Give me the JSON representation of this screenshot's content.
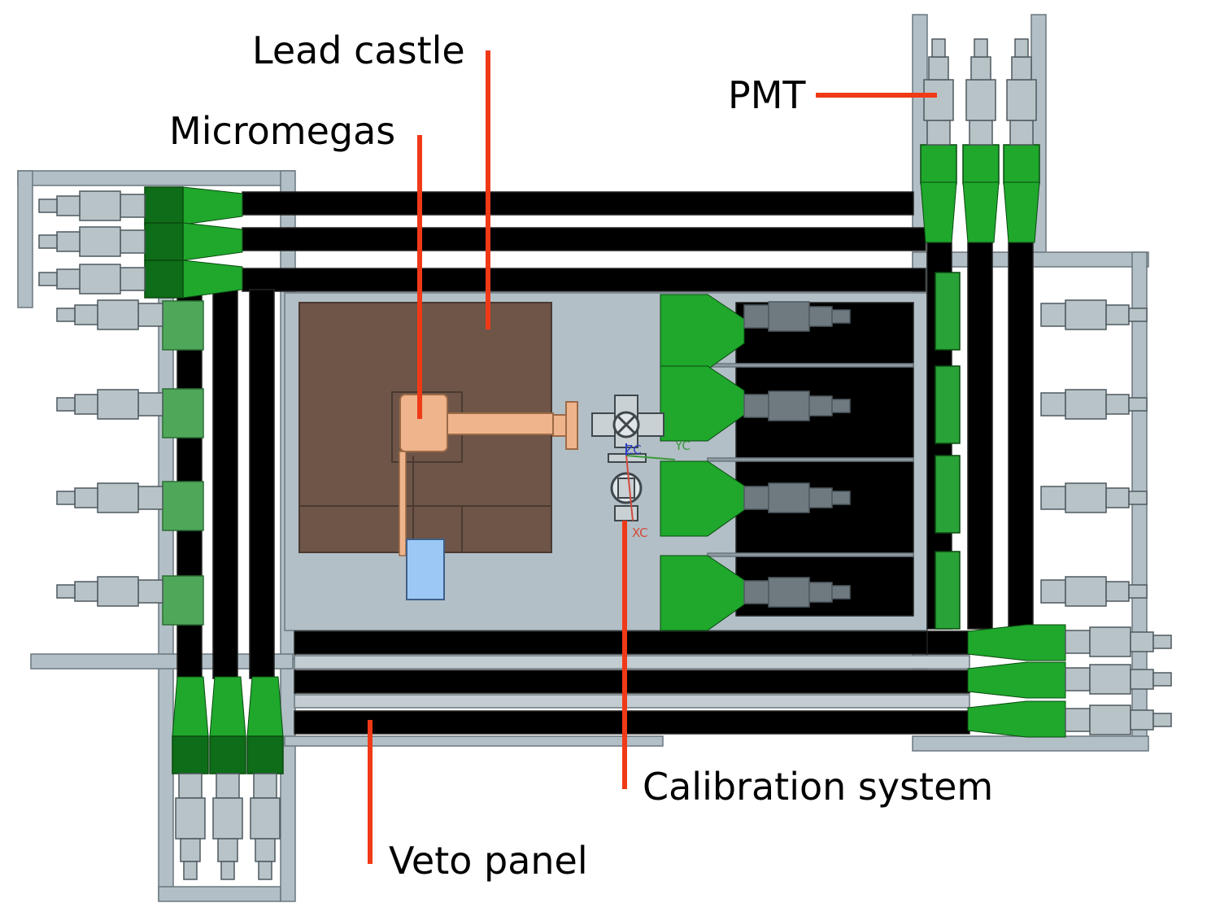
{
  "labels": {
    "lead_castle": "Lead castle",
    "micromegas": "Micromegas",
    "pmt": "PMT",
    "calibration_system": "Calibration system",
    "veto_panel": "Veto panel"
  },
  "axes": {
    "zc": "ZC",
    "yc": "YC",
    "xc": "XC"
  },
  "colors": {
    "leader": "#f03a17",
    "frame": "#b2bfc6",
    "panel": "#000000",
    "light_guide": "#1fa82c",
    "light_guide_dark": "#0e6d18",
    "pmt_body": "#b8c3c8",
    "pmt_dark": "#6f7a80",
    "lead": "#6e5548",
    "copper": "#efb48c",
    "calib_block": "#9cc8f5",
    "axis_z": "#2c3fc0",
    "axis_y": "#3a9a3a",
    "axis_x": "#d24a3c"
  }
}
